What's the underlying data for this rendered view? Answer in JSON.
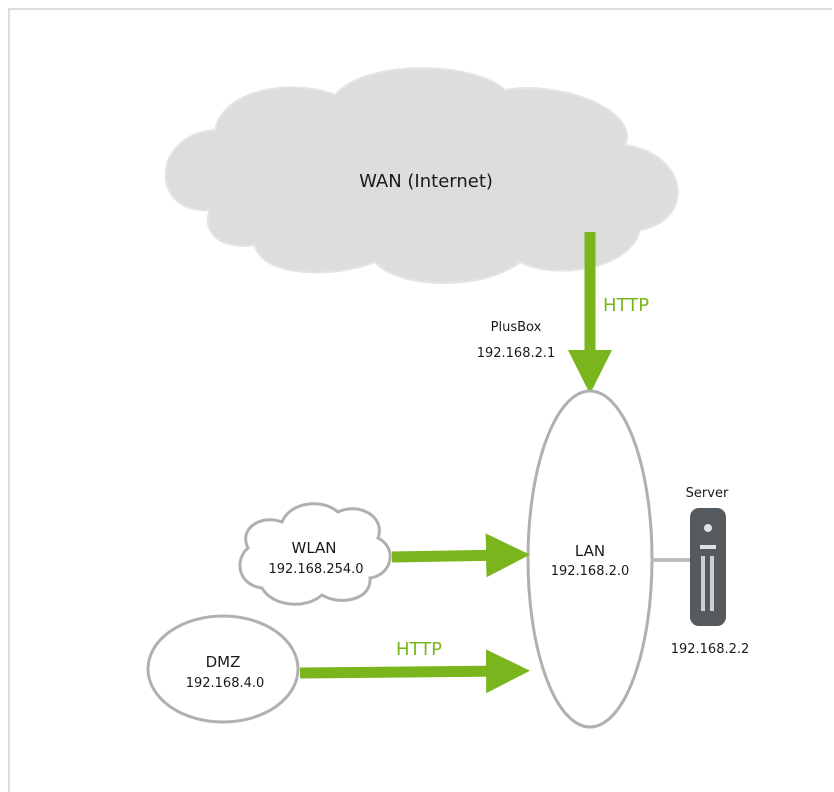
{
  "colors": {
    "arrow": "#7ab51d",
    "cloud_fill": "#dddddd",
    "outline": "#a8a8a8",
    "server": "#555a5f"
  },
  "wan": {
    "label": "WAN (Internet)"
  },
  "plusbox": {
    "name": "PlusBox",
    "ip": "192.168.2.1"
  },
  "lan": {
    "label": "LAN",
    "ip": "192.168.2.0"
  },
  "wlan": {
    "label": "WLAN",
    "ip": "192.168.254.0"
  },
  "dmz": {
    "label": "DMZ",
    "ip": "192.168.4.0"
  },
  "server": {
    "label": "Server",
    "ip": "192.168.2.2",
    "icon": "server-icon"
  },
  "connections": {
    "wan_to_lan": "HTTP",
    "dmz_to_lan": "HTTP"
  }
}
